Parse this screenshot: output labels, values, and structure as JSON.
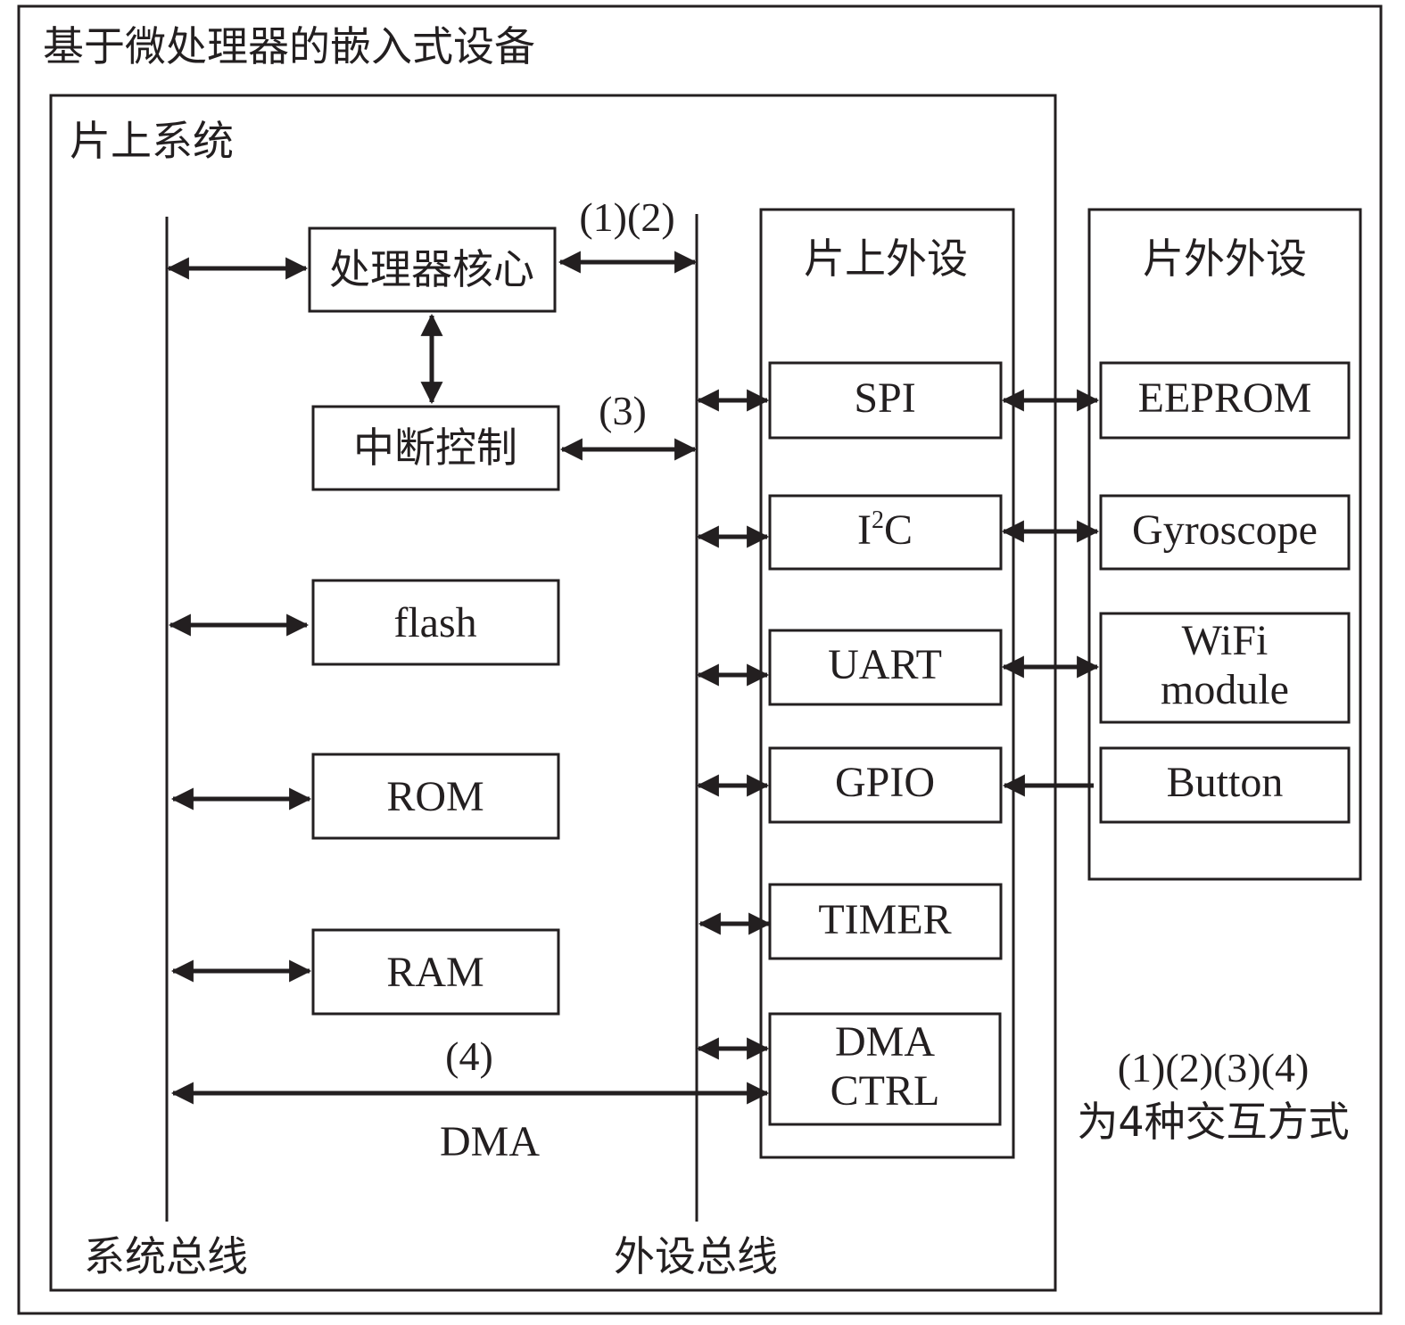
{
  "titles": {
    "device": "基于微处理器的嵌入式设备",
    "soc": "片上系统",
    "onchip_peripherals": "片上外设",
    "offchip_peripherals": "片外外设"
  },
  "buses": {
    "system_bus": "系统总线",
    "peripheral_bus": "外设总线"
  },
  "soc_blocks": {
    "cpu_core": "处理器核心",
    "interrupt_ctrl": "中断控制",
    "flash": "flash",
    "rom": "ROM",
    "ram": "RAM"
  },
  "onchip": {
    "spi": "SPI",
    "i2c_base": "I",
    "i2c_sup": "2",
    "i2c_tail": "C",
    "uart": "UART",
    "gpio": "GPIO",
    "timer": "TIMER",
    "dma_ctrl_line1": "DMA",
    "dma_ctrl_line2": "CTRL"
  },
  "offchip": {
    "eeprom": "EEPROM",
    "gyroscope": "Gyroscope",
    "wifi_line1": "WiFi",
    "wifi_line2": "module",
    "button": "Button"
  },
  "interaction_labels": {
    "mode_1_2": "(1)(2)",
    "mode_3": "(3)",
    "mode_4": "(4)",
    "dma": "DMA"
  },
  "note": {
    "line1": "(1)(2)(3)(4)",
    "line2": "为4种交互方式"
  }
}
